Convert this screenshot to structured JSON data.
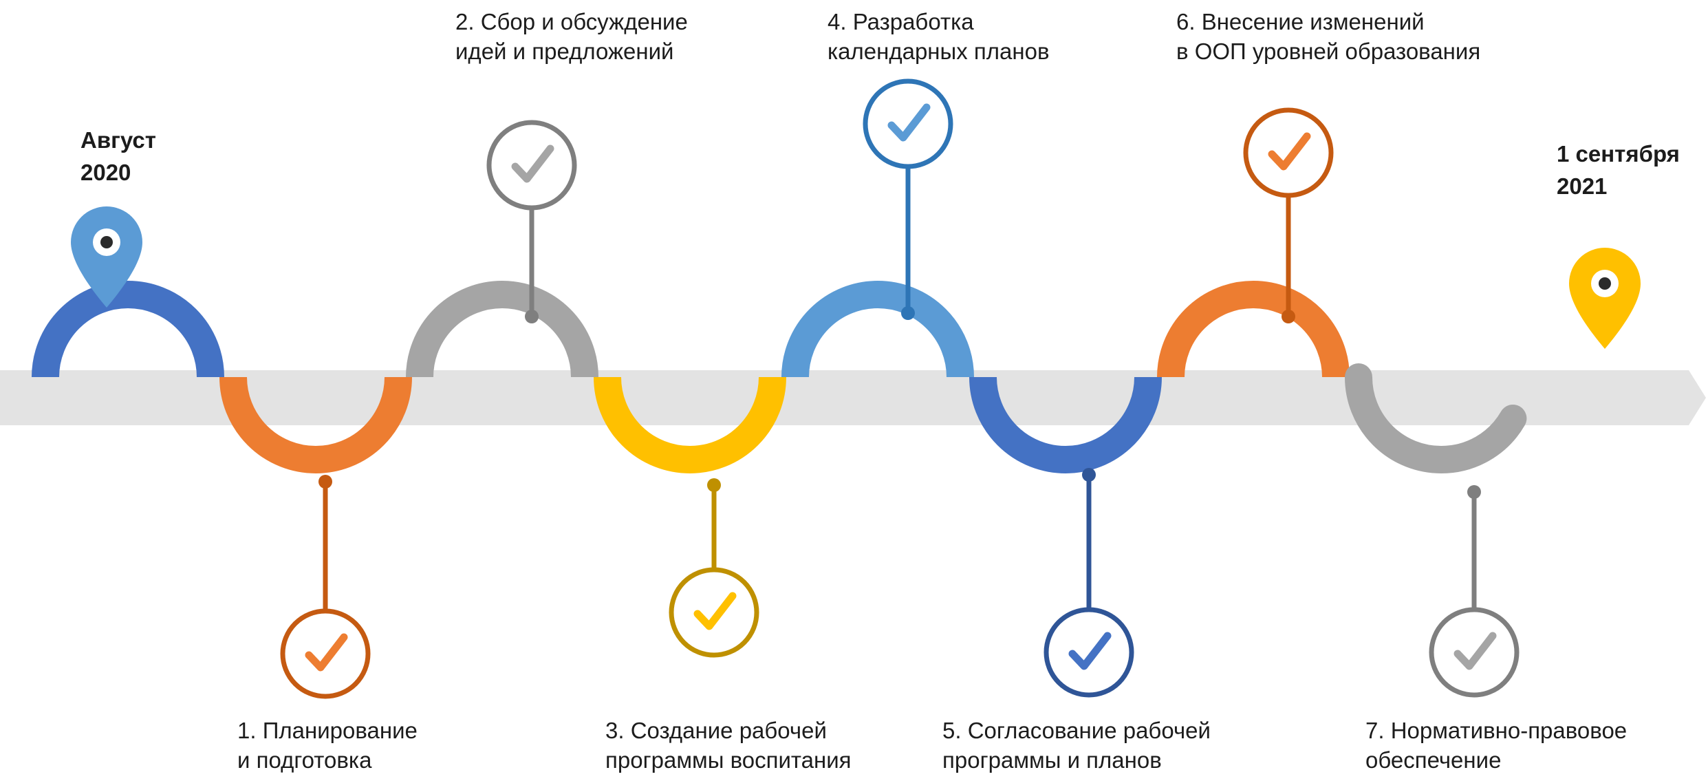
{
  "start": {
    "line1": "Август",
    "line2": "2020"
  },
  "end": {
    "line1": "1 сентября",
    "line2": "2021"
  },
  "steps": [
    {
      "line1": "1. Планирование",
      "line2": "и подготовка",
      "color": "#ED7D31",
      "ring": "#C55A11"
    },
    {
      "line1": "2. Сбор и обсуждение",
      "line2": "идей и предложений",
      "color": "#A5A5A5",
      "ring": "#7F7F7F"
    },
    {
      "line1": "3. Создание рабочей",
      "line2": "программы воспитания",
      "color": "#FFC000",
      "ring": "#BF9000"
    },
    {
      "line1": "4. Разработка",
      "line2": "календарных планов",
      "color": "#5B9BD5",
      "ring": "#2E75B6"
    },
    {
      "line1": "5. Согласование рабочей",
      "line2": "программы и планов",
      "color": "#4472C4",
      "ring": "#2F5597"
    },
    {
      "line1": "6. Внесение изменений",
      "line2": "в ООП уровней образования",
      "color": "#ED7D31",
      "ring": "#C55A11"
    },
    {
      "line1": "7. Нормативно-правовое",
      "line2": "обеспечение",
      "color": "#A5A5A5",
      "ring": "#7F7F7F"
    }
  ],
  "colors": {
    "track": "#E3E3E3",
    "first_arc": "#4472C4",
    "start_pin": "#5B9BD5",
    "end_pin": "#FFC000",
    "text": "#1c1c1c"
  },
  "icons": {
    "marker": "check-icon",
    "start_pin": "location-pin-icon",
    "end_pin": "location-pin-icon"
  }
}
